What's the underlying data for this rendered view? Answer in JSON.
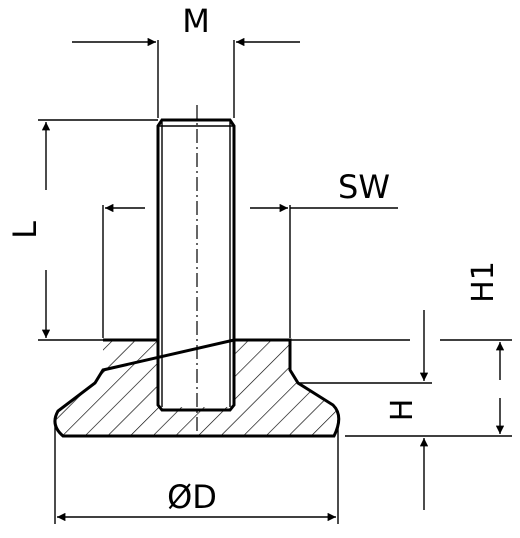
{
  "labels": {
    "m": "M",
    "l": "L",
    "sw": "SW",
    "h1": "H1",
    "h": "H",
    "d": "ØD"
  }
}
